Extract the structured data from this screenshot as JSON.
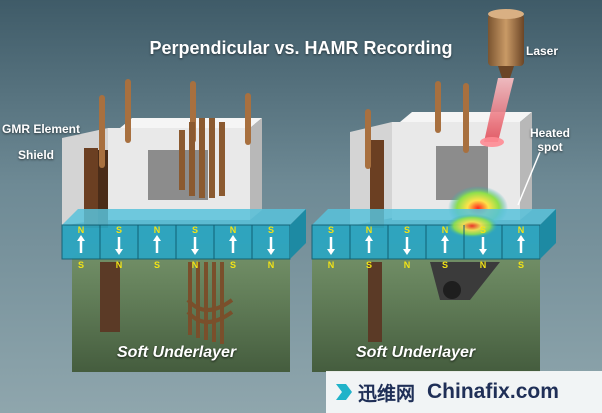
{
  "title": "Perpendicular vs. HAMR Recording",
  "labels": {
    "gmr": "GMR Element",
    "shield": "Shield",
    "laser": "Laser",
    "heated_line1": "Heated",
    "heated_line2": "spot",
    "underlayer_left": "Soft Underlayer",
    "underlayer_right": "Soft Underlayer"
  },
  "left_media": {
    "cells": [
      {
        "top": "N",
        "bottom": "S",
        "arrow": "up"
      },
      {
        "top": "S",
        "bottom": "N",
        "arrow": "down"
      },
      {
        "top": "N",
        "bottom": "S",
        "arrow": "up"
      },
      {
        "top": "S",
        "bottom": "N",
        "arrow": "down"
      },
      {
        "top": "N",
        "bottom": "S",
        "arrow": "up"
      },
      {
        "top": "S",
        "bottom": "N",
        "arrow": "down"
      }
    ]
  },
  "right_media": {
    "cells": [
      {
        "top": "S",
        "bottom": "N",
        "arrow": "down"
      },
      {
        "top": "N",
        "bottom": "S",
        "arrow": "up"
      },
      {
        "top": "S",
        "bottom": "N",
        "arrow": "down"
      },
      {
        "top": "N",
        "bottom": "S",
        "arrow": "up"
      },
      {
        "top": "S",
        "bottom": "N",
        "arrow": "down"
      },
      {
        "top": "N",
        "bottom": "S",
        "arrow": "up"
      }
    ]
  },
  "watermark": {
    "cn": "迅维网",
    "en": "Chinafix.com"
  },
  "colors": {
    "media": "#2aa6c2",
    "coil": "#a0683a",
    "head_body": "#e6e6e6",
    "underlayer": "#5c7a4e",
    "laser_beam": "#f08a90",
    "pole_text": "#f2e316"
  }
}
